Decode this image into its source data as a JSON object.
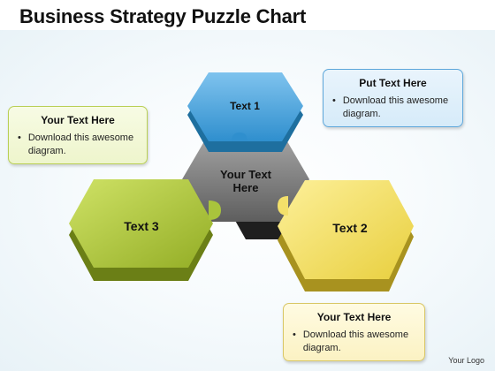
{
  "header": {
    "title": "Business Strategy Puzzle Chart"
  },
  "diagram": {
    "center_line1": "Your Text",
    "center_line2": "Here",
    "hex_top": "Text 1",
    "hex_right": "Text 2",
    "hex_left": "Text 3",
    "colors": {
      "blue": "#4aa3d9",
      "yellow": "#f3e06a",
      "green": "#a9c43c",
      "center": "#7a7a7a"
    }
  },
  "callouts": {
    "left": {
      "title": "Your Text Here",
      "bullet": "Download this awesome diagram."
    },
    "top_right": {
      "title": "Put Text Here",
      "bullet": "Download this awesome diagram."
    },
    "bottom_right": {
      "title": "Your Text Here",
      "bullet": "Download this awesome diagram."
    }
  },
  "footer": {
    "logo": "Your Logo"
  }
}
